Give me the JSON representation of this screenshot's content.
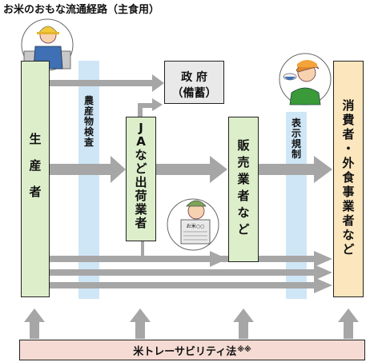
{
  "title": "お米のおもな流通経路（主食用）",
  "nodes": {
    "producer": "生産者",
    "government": [
      "政 府",
      "（備蓄）"
    ],
    "ja": "JAなど出荷業者",
    "retail": "販売業者など",
    "consumer": "消費者・外食事業者など"
  },
  "bands": {
    "inspection": "農産物検査",
    "labeling": "表示規制"
  },
  "law": {
    "label": "米トレーサビリティ法",
    "mark": "※※"
  },
  "retailer_apron_text": "お米○○",
  "colors": {
    "arrow": "#a6a6a6",
    "band": "#cfe6f6",
    "node_green": "#ddeeca",
    "node_consumer": "#fbe6bd",
    "node_government": "#e9e9e9",
    "law_bar": "#f5dbd3"
  }
}
